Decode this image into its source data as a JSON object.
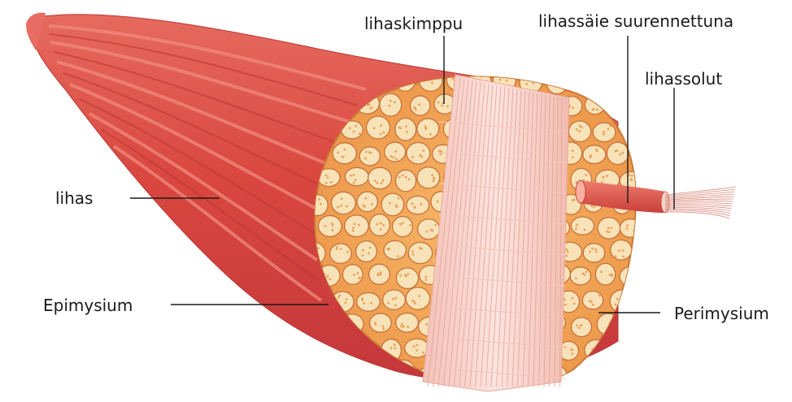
{
  "labels": {
    "lihaskimppu": "lihaskimppu",
    "lihassaie": "lihassäie suurennettuna",
    "lihassolut": "lihassolut",
    "lihas": "lihas",
    "epimysium": "Epimysium",
    "perimysium": "Perimysium"
  },
  "colors": {
    "muscle_dark": "#c43a37",
    "muscle_mid": "#e0605a",
    "muscle_light": "#f09080",
    "cross_section_bg": "#f4a75a",
    "fascicle_cell": "#f8e2b8",
    "fascicle_outline": "#c8723a",
    "cut_band": "#f7d2cc",
    "leader_line": "#1a1a1a"
  }
}
